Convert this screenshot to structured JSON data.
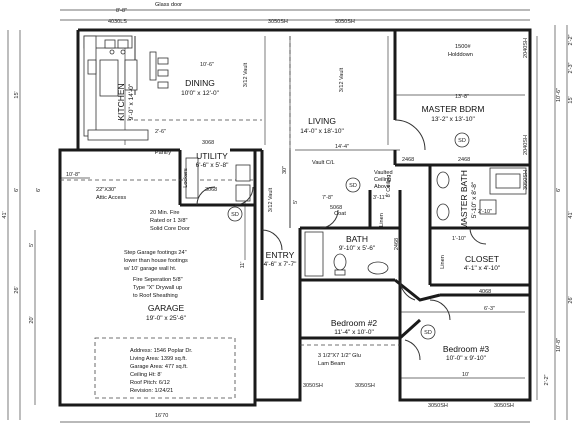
{
  "plan": {
    "rooms": {
      "dining": {
        "name": "DINING",
        "size": "10'0\" x 12'-0\""
      },
      "living": {
        "name": "LIVING",
        "size": "14'-0\" x 18'-10\""
      },
      "master": {
        "name": "MASTER BDRM",
        "size": "13'-2\" x 13'-10\""
      },
      "kitchen": {
        "name": "KITCHEN",
        "size": "9'-0\" x 14'-0\""
      },
      "utility": {
        "name": "UTILITY",
        "size": "6'-6\" x 5'-8\""
      },
      "master_bath": {
        "name": "MASTER BATH",
        "size": "5'-10\" x 8'-8\""
      },
      "bath": {
        "name": "BATH",
        "size": "9'-10\" x 5'-6\""
      },
      "entry": {
        "name": "ENTRY",
        "size": "4'-6\" x 7'-7\""
      },
      "closet": {
        "name": "CLOSET",
        "size": "4'-1\" x 4'-10\""
      },
      "garage": {
        "name": "GARAGE",
        "size": "19'-0\" x 25'-6\""
      },
      "bedroom2": {
        "name": "Bedroom #2",
        "size": "11'-4\" x 10'-0\""
      },
      "bedroom3": {
        "name": "Bedroom #3",
        "size": "10'-0\" x 9'-10\""
      },
      "pantry": {
        "name": "Pantry"
      },
      "coat": {
        "name": "Coat"
      },
      "linen1": {
        "name": "Linen"
      },
      "linen2": {
        "name": "Linen"
      }
    },
    "notes": {
      "holddown": [
        "1500#",
        "Holddown"
      ],
      "attic": [
        "22\"X30\"",
        "Attic Access"
      ],
      "firedoor": [
        "20 Min. Fire",
        "Rated or 1 3/8\"",
        "Solid Core Door"
      ],
      "footings": [
        "Step Garage footings 24\"",
        "lower than house footings",
        "w/ 10' garage wall ht."
      ],
      "firesep": [
        "Fire Seperation 5/8\"",
        "Type \"X\" Drywall up",
        "to Roof Sheathing"
      ],
      "beam": [
        "3 1/2\"X7 1/2\" Glu",
        "Lam Beam"
      ],
      "address": [
        "Address: 1546 Poplar Dr.",
        "Living Area: 1399 sq.ft.",
        "Garage Area: 477 sq.ft.",
        "Ceiling Ht: 8'",
        "Roof Pitch: 6/12",
        "Revision: 1/24/21"
      ],
      "vault_cl": "Vault C/L",
      "vaulted_ceiling": [
        "Vaulted",
        "Ceiling",
        "Above"
      ],
      "flat_ceiling": "8' Ceiling",
      "glass_door": "Glass door",
      "lockers": "Lockers"
    },
    "windows": {
      "top_w1": "4030LS",
      "top_w2": "3050SH",
      "top_w3": "3050SH",
      "right_w1": "2040SH",
      "right_w2": "2040SH",
      "right_w3": "3050SH",
      "mid_w1": "3068",
      "mid_w2": "3068",
      "mid_w3": "2468",
      "mid_w4": "2468",
      "mid_w5": "2468",
      "mid_w6": "5068",
      "mid_w7": "4068",
      "bot_w1": "3050SH",
      "bot_w2": "3050SH",
      "bot_w3": "3050SH",
      "bot_w4": "3050SH",
      "vault1": "3/12 Vault",
      "vault2": "3/12 Vault",
      "vault3": "3/12 Vault",
      "sd1": "SD",
      "sd2": "SD",
      "sd3": "SD",
      "sd4": "SD"
    },
    "dims": {
      "top_a": "8'-8\"",
      "top_b": "10'-6\"",
      "top_c": "13'-8\"",
      "top_d": "14'-4\"",
      "left_a": "15'",
      "left_b": "26'",
      "left_c": "41'",
      "left_d": "6'",
      "left_e": "20'",
      "left_f": "5'",
      "left_g": "10'-8\"",
      "right_a": "2'-2\"",
      "right_b": "2'-3\"",
      "right_c": "10'-6\"",
      "right_d": "15'",
      "right_e": "6'",
      "right_f": "41'",
      "right_g": "10'-8\"",
      "right_h": "26'",
      "right_i": "2'-2\"",
      "bottom_a": "16'70",
      "bottom_b": "10'",
      "bottom_c": "6'-3\"",
      "mid_a": "2'-6\"",
      "mid_b": "5'",
      "mid_c": "6'",
      "mid_d": "11'",
      "mid_e": "7'-8\"",
      "mid_f": "3'-11\"",
      "mid_g": "1'-10\"",
      "mid_h": "2'-10\"",
      "mid_i": "30\""
    }
  }
}
